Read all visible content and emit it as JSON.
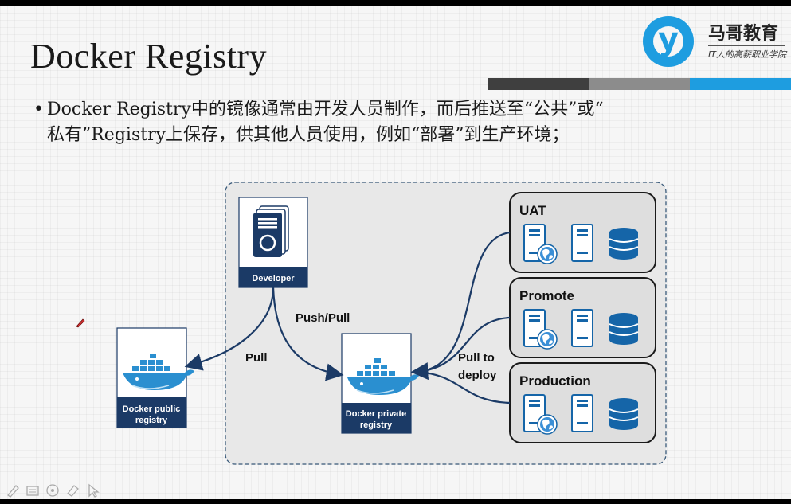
{
  "slide": {
    "title": "Docker Registry",
    "bullet_line1": "Docker Registry中的镜像通常由开发人员制作，而后推送至“公共”或“",
    "bullet_line2": "私有”Registry上保存，供其他人员使用，例如“部署”到生产环境；"
  },
  "logo": {
    "name": "马哥教育",
    "slogan": "IT人的高薪职业学院",
    "letter": "y"
  },
  "diagram": {
    "developer_label": "Developer",
    "public_registry_line1": "Docker public",
    "public_registry_line2": "registry",
    "private_registry_line1": "Docker private",
    "private_registry_line2": "registry",
    "push_pull_label": "Push/Pull",
    "pull_label": "Pull",
    "pull_to_label": "Pull to",
    "deploy_label": "deploy",
    "environments": [
      "UAT",
      "Promote",
      "Production"
    ]
  },
  "colors": {
    "accent_blue": "#1e9de0",
    "navy": "#1b3a66",
    "box_fill": "#e1e1e1",
    "server_blue": "#1565a8"
  },
  "icons": [
    "pen-icon",
    "slide-icon",
    "chat-icon",
    "eraser-icon",
    "pointer-icon",
    "whale-icon",
    "server-icon",
    "globe-icon",
    "database-icon",
    "document-icon"
  ]
}
